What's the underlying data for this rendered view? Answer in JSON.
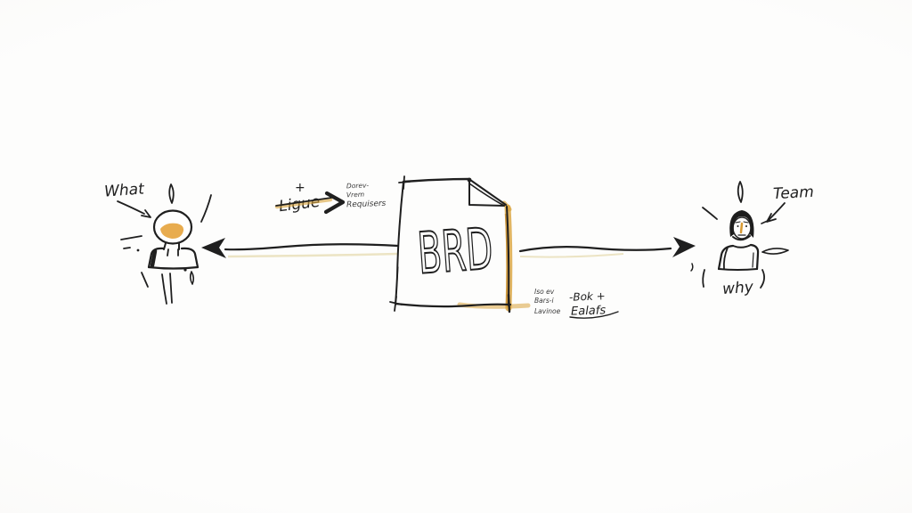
{
  "colors": {
    "background": "#fbfbfa",
    "ink": "#1f1f1f",
    "highlight_amber": "#d9a33b",
    "skin_orange": "#e6a33c"
  },
  "left_person": {
    "label": "What"
  },
  "document": {
    "title": "BRD"
  },
  "right_person": {
    "label": "Team",
    "caption": "why"
  },
  "top_annotation": {
    "plus": "+",
    "word": "Ligue",
    "note_lines": [
      "Dorev-",
      "Vrem",
      "Requisers"
    ]
  },
  "bottom_annotation": {
    "note_lines": [
      "Iso ev",
      "Bars-i",
      "Lavinoe"
    ],
    "scribble_lines": [
      "-Bok +",
      "Ealafs"
    ]
  },
  "icons": {
    "chevron": "chevron-right-arrow",
    "arrow_to_left": "arrow-left",
    "arrow_to_right": "arrow-right"
  }
}
